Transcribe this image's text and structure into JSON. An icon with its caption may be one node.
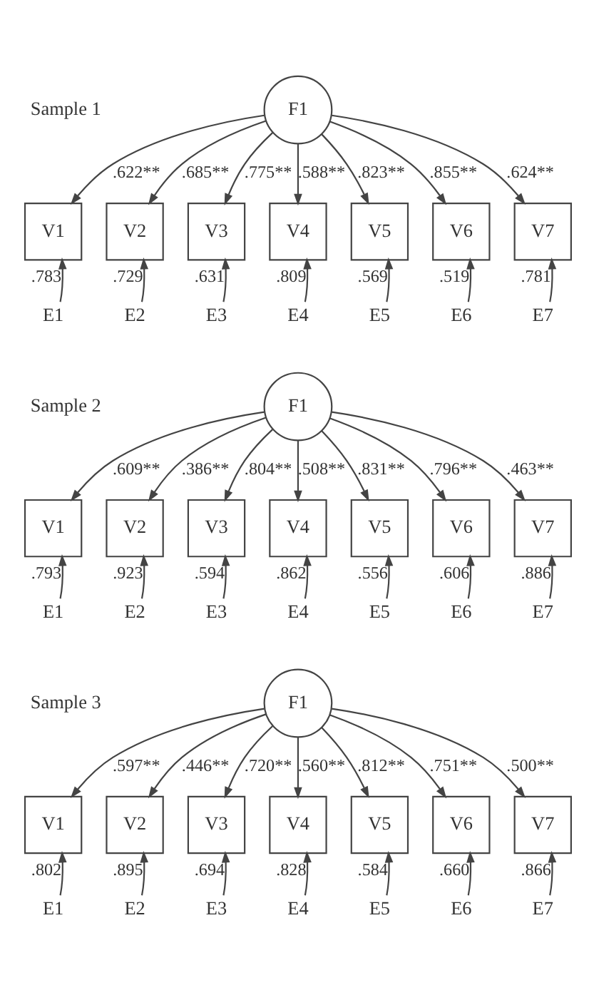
{
  "diagram": {
    "nodes": [
      {
        "text": [
          "F1"
        ]
      },
      {
        "text": [
          "V1"
        ]
      },
      {
        "text": [
          "V2"
        ]
      },
      {
        "text": [
          "V3"
        ]
      },
      {
        "text": [
          "V4"
        ]
      },
      {
        "text": [
          "V5"
        ]
      },
      {
        "text": [
          "V6"
        ]
      },
      {
        "text": [
          "V7"
        ]
      },
      {
        "text": [
          "E1"
        ]
      },
      {
        "text": [
          "E2"
        ]
      },
      {
        "text": [
          "E3"
        ]
      },
      {
        "text": [
          "E4"
        ]
      },
      {
        "text": [
          "E5"
        ]
      },
      {
        "text": [
          "E6"
        ]
      },
      {
        "text": [
          "E7"
        ]
      },
      {
        "text": [
          "F1"
        ]
      },
      {
        "text": [
          "V1"
        ]
      },
      {
        "text": [
          "V2"
        ]
      },
      {
        "text": [
          "V3"
        ]
      },
      {
        "text": [
          "V4"
        ]
      },
      {
        "text": [
          "V5"
        ]
      },
      {
        "text": [
          "V6"
        ]
      },
      {
        "text": [
          "V7"
        ]
      },
      {
        "text": [
          "E1"
        ]
      },
      {
        "text": [
          "E2"
        ]
      },
      {
        "text": [
          "E3"
        ]
      },
      {
        "text": [
          "E4"
        ]
      },
      {
        "text": [
          "E5"
        ]
      },
      {
        "text": [
          "E6"
        ]
      },
      {
        "text": [
          "E7"
        ]
      },
      {
        "text": [
          "F1"
        ]
      },
      {
        "text": [
          "V1"
        ]
      },
      {
        "text": [
          "V2"
        ]
      },
      {
        "text": [
          "V3"
        ]
      },
      {
        "text": [
          "V4"
        ]
      },
      {
        "text": [
          "V5"
        ]
      },
      {
        "text": [
          "V6"
        ]
      },
      {
        "text": [
          "V7"
        ]
      },
      {
        "text": [
          "E1"
        ]
      },
      {
        "text": [
          "E2"
        ]
      },
      {
        "text": [
          "E3"
        ]
      },
      {
        "text": [
          "E4"
        ]
      },
      {
        "text": [
          "E5"
        ]
      },
      {
        "text": [
          "E6"
        ]
      },
      {
        "text": [
          "E7"
        ]
      }
    ],
    "edges": [
      {
        "from": 0,
        "to": 1,
        "arrow": "to",
        "label": ".622**"
      },
      {
        "from": 0,
        "to": 2,
        "arrow": "to",
        "label": ".685**"
      },
      {
        "from": 0,
        "to": 3,
        "arrow": "to",
        "label": ".775**"
      },
      {
        "from": 0,
        "to": 4,
        "arrow": "to",
        "label": ".588**"
      },
      {
        "from": 0,
        "to": 5,
        "arrow": "to",
        "label": ".823**"
      },
      {
        "from": 0,
        "to": 6,
        "arrow": "to",
        "label": ".855**"
      },
      {
        "from": 0,
        "to": 7,
        "arrow": "to",
        "label": ".624**"
      },
      {
        "from": 8,
        "to": 1,
        "arrow": "to",
        "label": ".783"
      },
      {
        "from": 9,
        "to": 2,
        "arrow": "to",
        "label": ".729"
      },
      {
        "from": 10,
        "to": 3,
        "arrow": "to",
        "label": ".631"
      },
      {
        "from": 11,
        "to": 4,
        "arrow": "to",
        "label": ".809"
      },
      {
        "from": 12,
        "to": 5,
        "arrow": "to",
        "label": ".569"
      },
      {
        "from": 13,
        "to": 6,
        "arrow": "to",
        "label": ".519"
      },
      {
        "from": 14,
        "to": 7,
        "arrow": "to",
        "label": ".781"
      },
      {
        "from": 15,
        "to": 16,
        "arrow": "to",
        "label": ".609**"
      },
      {
        "from": 15,
        "to": 17,
        "arrow": "to",
        "label": ".386**"
      },
      {
        "from": 15,
        "to": 18,
        "arrow": "to",
        "label": ".804**"
      },
      {
        "from": 15,
        "to": 19,
        "arrow": "to",
        "label": ".508**"
      },
      {
        "from": 15,
        "to": 20,
        "arrow": "to",
        "label": ".831**"
      },
      {
        "from": 15,
        "to": 21,
        "arrow": "to",
        "label": ".796**"
      },
      {
        "from": 15,
        "to": 22,
        "arrow": "to",
        "label": ".463**"
      },
      {
        "from": 23,
        "to": 16,
        "arrow": "to",
        "label": ".793"
      },
      {
        "from": 24,
        "to": 17,
        "arrow": "to",
        "label": ".923"
      },
      {
        "from": 25,
        "to": 18,
        "arrow": "to",
        "label": ".594"
      },
      {
        "from": 26,
        "to": 19,
        "arrow": "to",
        "label": ".862"
      },
      {
        "from": 27,
        "to": 20,
        "arrow": "to",
        "label": ".556"
      },
      {
        "from": 28,
        "to": 21,
        "arrow": "to",
        "label": ".606"
      },
      {
        "from": 29,
        "to": 22,
        "arrow": "to",
        "label": ".886"
      },
      {
        "from": 30,
        "to": 31,
        "arrow": "to",
        "label": ".597**"
      },
      {
        "from": 30,
        "to": 32,
        "arrow": "to",
        "label": ".446**"
      },
      {
        "from": 30,
        "to": 33,
        "arrow": "to",
        "label": ".720**"
      },
      {
        "from": 30,
        "to": 34,
        "arrow": "to",
        "label": ".560**"
      },
      {
        "from": 30,
        "to": 35,
        "arrow": "to",
        "label": ".812**"
      },
      {
        "from": 30,
        "to": 36,
        "arrow": "to",
        "label": ".751**"
      },
      {
        "from": 30,
        "to": 37,
        "arrow": "to",
        "label": ".500**"
      },
      {
        "from": 38,
        "to": 31,
        "arrow": "to",
        "label": ".802"
      },
      {
        "from": 39,
        "to": 32,
        "arrow": "to",
        "label": ".895"
      },
      {
        "from": 40,
        "to": 33,
        "arrow": "to",
        "label": ".694"
      },
      {
        "from": 41,
        "to": 34,
        "arrow": "to",
        "label": ".828"
      },
      {
        "from": 42,
        "to": 35,
        "arrow": "to",
        "label": ".584"
      },
      {
        "from": 43,
        "to": 36,
        "arrow": "to",
        "label": ".660"
      },
      {
        "from": 44,
        "to": 37,
        "arrow": "to",
        "label": ".866"
      }
    ],
    "labels": [
      "Sample 1",
      "Sample 2",
      "Sample 3"
    ]
  }
}
